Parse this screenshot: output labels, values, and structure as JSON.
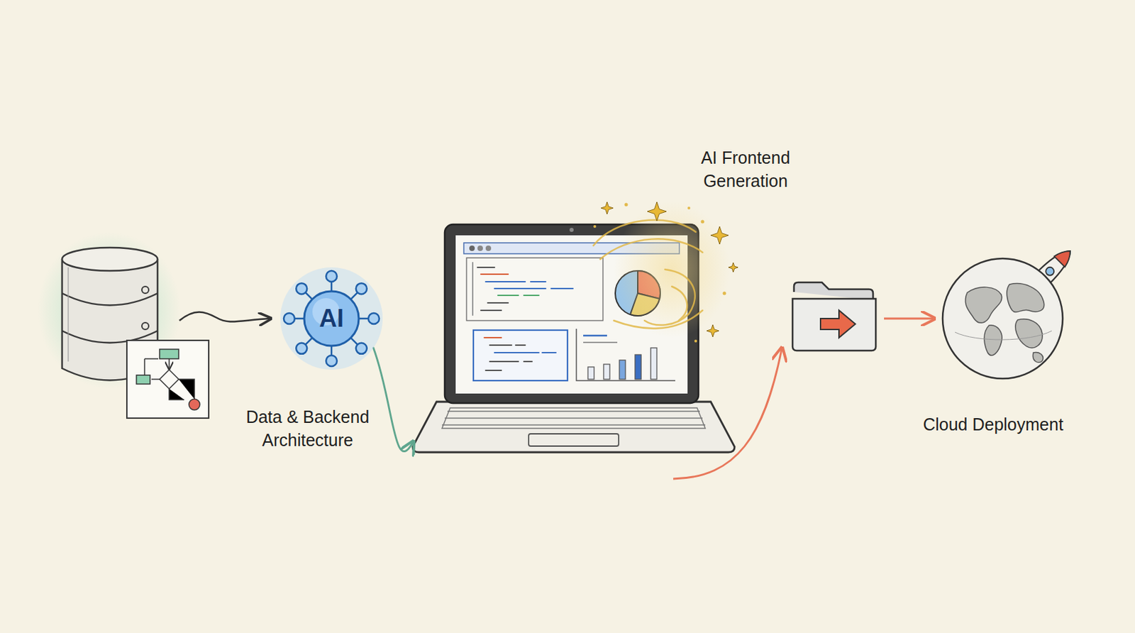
{
  "diagram": {
    "nodes": [
      {
        "text": [
          "AI",
          "Data & Backend Architecture"
        ]
      },
      {
        "text": [
          "AI Frontend Generation"
        ]
      },
      {
        "text": [
          "Cloud Deployment"
        ]
      }
    ],
    "edges": [
      {
        "from": 0,
        "to": 1,
        "arrow": "to"
      }
    ]
  }
}
